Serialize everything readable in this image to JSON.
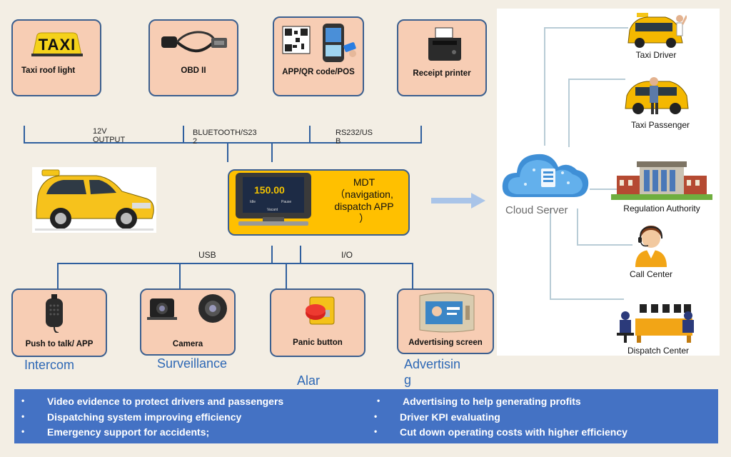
{
  "top_devices": [
    {
      "label": "Taxi roof light",
      "icon": "taxi-sign-icon",
      "sign_text": "TAXI"
    },
    {
      "label": "OBD II",
      "icon": "obd-cable-icon"
    },
    {
      "label": "APP/QR code/POS",
      "icon": "pos-terminal-icon"
    },
    {
      "label": "Receipt printer",
      "icon": "printer-icon"
    }
  ],
  "top_connections": {
    "output_12v": "12V\nOUTPUT",
    "bluetooth": "BLUETOOTH/S23\n2",
    "rs232": "RS232/US\nB"
  },
  "mdt": {
    "label": "MDT\n（navigation,\ndispatch APP\n）",
    "screen_value": "150.00",
    "screen_btn_left": "Idle",
    "screen_btn_right": "Pause",
    "screen_bottom": "Vacant"
  },
  "cloud": {
    "label": "Cloud Server"
  },
  "bottom_connections": {
    "usb": "USB",
    "io": "I/O"
  },
  "bottom_devices": [
    {
      "label": "Push to talk/ APP",
      "category": "Intercom",
      "icon": "walkie-talkie-icon"
    },
    {
      "label": "Camera",
      "category": "Surveillance",
      "icon": "camera-icon"
    },
    {
      "label": "Panic button",
      "category": "Alar",
      "icon": "panic-button-icon"
    },
    {
      "label": "Advertising screen",
      "category": "Advertisin\ng",
      "icon": "advertising-screen-icon"
    }
  ],
  "stakeholders": [
    {
      "label": "Taxi Driver",
      "icon": "taxi-driver-icon"
    },
    {
      "label": "Taxi Passenger",
      "icon": "taxi-passenger-icon"
    },
    {
      "label": "Regulation Authority",
      "icon": "government-building-icon"
    },
    {
      "label": "Call Center",
      "icon": "call-center-icon"
    },
    {
      "label": "Dispatch Center",
      "icon": "dispatch-center-icon"
    }
  ],
  "benefits_left": [
    "Video evidence to protect drivers and passengers",
    "Dispatching system improving efficiency",
    "Emergency support for accidents;"
  ],
  "benefits_right": [
    "Advertising to help generating profits",
    "Driver KPI evaluating",
    "Cut down operating costs with higher efficiency"
  ],
  "colors": {
    "box_fill": "#f7cdb4",
    "box_border": "#3b5f8f",
    "line": "#2f5f9e",
    "mdt_fill": "#ffc000",
    "bottom_band": "#4472c4",
    "category_text": "#2e68b5"
  }
}
